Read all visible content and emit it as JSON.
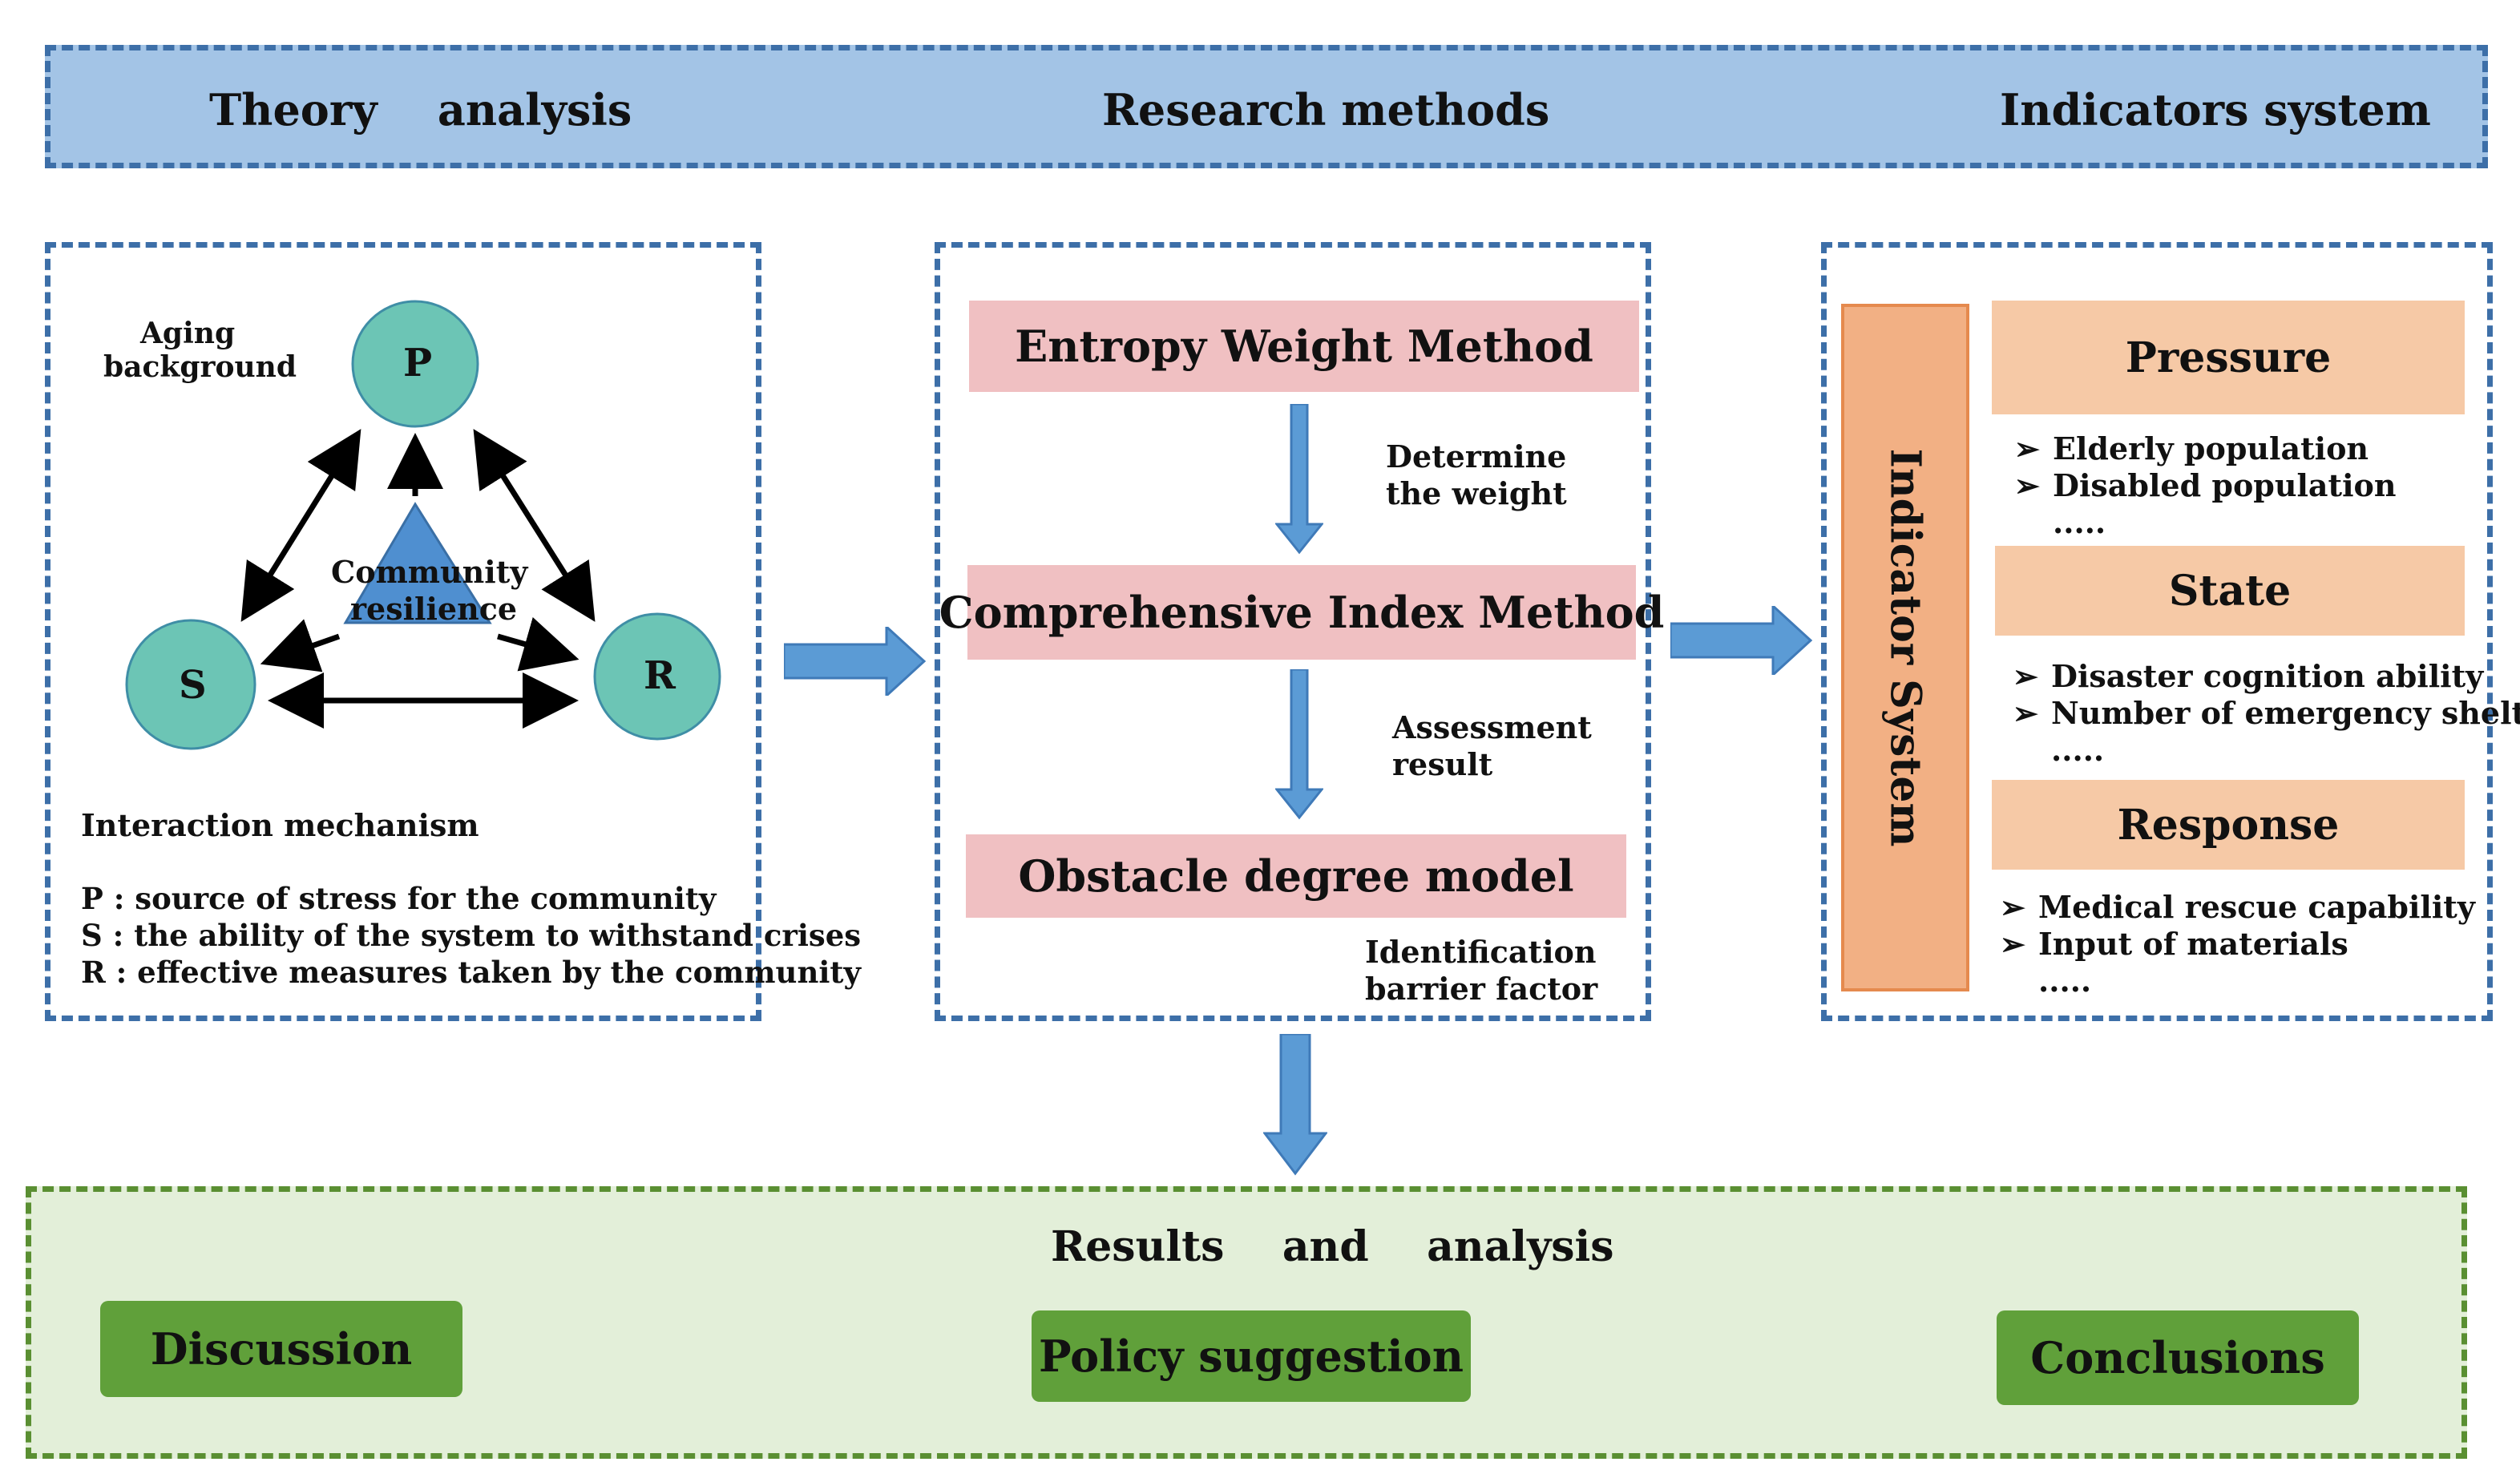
{
  "header": {
    "theory": "Theory    analysis",
    "methods": "Research methods",
    "indicators": "Indicators system"
  },
  "theory_panel": {
    "aging_line1": "Aging",
    "aging_line2": "background",
    "node_p": "P",
    "node_s": "S",
    "node_r": "R",
    "center_line1": "Community",
    "center_line2": "resilience",
    "interaction": "Interaction mechanism",
    "legend": [
      "P : source of stress for the community",
      "S : the ability of the system to withstand crises",
      "R : effective measures taken by the community"
    ],
    "colors": {
      "node": "#6cc5b5",
      "triangle": "#4f8fd0"
    }
  },
  "methods_panel": {
    "entropy": "Entropy Weight Method",
    "determine_line1": "Determine",
    "determine_line2": "the weight",
    "comprehensive": "Comprehensive Index Method",
    "assessment_line1": "Assessment",
    "assessment_line2": "result",
    "obstacle": "Obstacle degree model",
    "identification_line1": "Identification",
    "identification_line2": "barrier factor"
  },
  "indicators_panel": {
    "vertical_label": "Indicator System",
    "pressure": {
      "title": "Pressure",
      "items": [
        "Elderly population",
        "Disabled population"
      ],
      "more": "....."
    },
    "state": {
      "title": "State",
      "items": [
        "Disaster cognition ability",
        "Number of emergency shelters"
      ],
      "more": "....."
    },
    "response": {
      "title": "Response",
      "items": [
        "Medical rescue capability",
        "Input of materials"
      ],
      "more": "....."
    },
    "bullet": "➢"
  },
  "results": {
    "title": "Results    and    analysis",
    "discussion": "Discussion",
    "policy": "Policy suggestion",
    "conclusions": "Conclusions"
  },
  "colors": {
    "header_band": "#a3c4e6",
    "dash_blue": "#3d6fa8",
    "arrow_blue": "#5b9bd5",
    "pink": "#f0c0c2",
    "peach": "#f6c9a6",
    "orange_bar": "#f2b084",
    "green_area": "#e3efd9",
    "green_button": "#60a03a"
  }
}
